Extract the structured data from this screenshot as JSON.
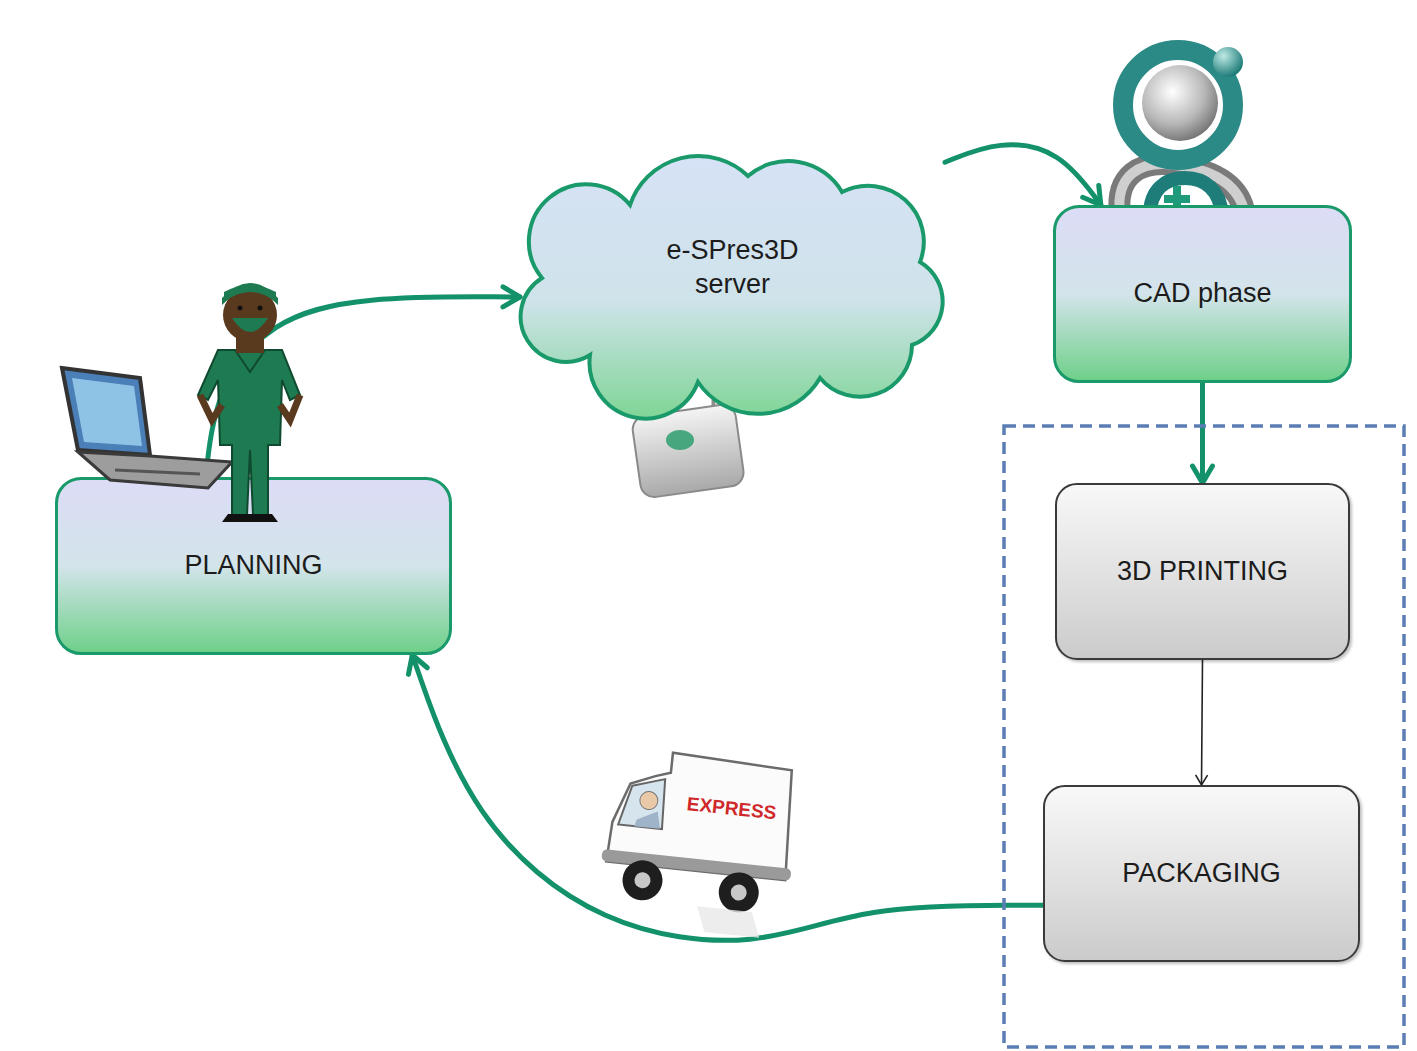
{
  "diagram": {
    "nodes": [
      {
        "text": [
          "PLANNING"
        ]
      },
      {
        "text": [
          "e-SPres3D server"
        ]
      },
      {
        "text": [
          "CAD phase"
        ]
      },
      {
        "text": [
          "3D PRINTING"
        ]
      },
      {
        "text": [
          "PACKAGING"
        ]
      }
    ],
    "edges": [
      {
        "from": 0,
        "to": 1,
        "arrow": "to"
      },
      {
        "from": 1,
        "to": 2,
        "arrow": "to"
      },
      {
        "from": 2,
        "to": 3,
        "arrow": "to"
      },
      {
        "from": 3,
        "to": 4,
        "arrow": "to"
      },
      {
        "from": 4,
        "to": 0,
        "arrow": "to"
      }
    ],
    "labels": [
      "EXPRESS"
    ]
  }
}
